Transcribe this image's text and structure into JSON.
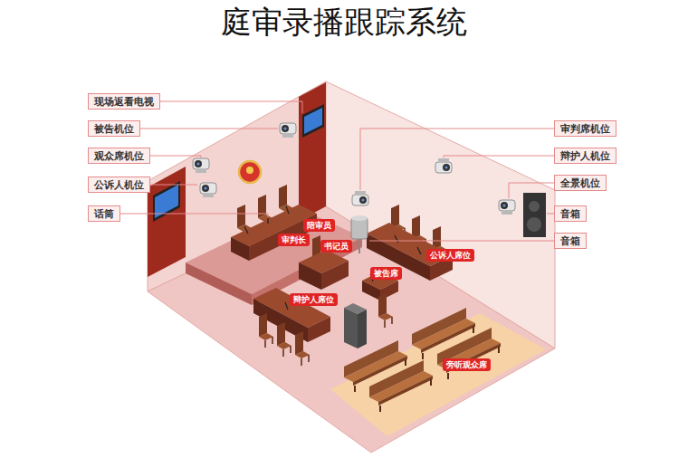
{
  "diagram": {
    "title": "庭审录播跟踪系统",
    "nodes": [
      {
        "text": [
          "现场返看电视"
        ]
      },
      {
        "text": [
          "被告机位"
        ]
      },
      {
        "text": [
          "观众席机位"
        ]
      },
      {
        "text": [
          "公诉人机位"
        ]
      },
      {
        "text": [
          "话筒"
        ]
      },
      {
        "text": [
          "审判席机位"
        ]
      },
      {
        "text": [
          "辩护人机位"
        ]
      },
      {
        "text": [
          "全景机位"
        ]
      },
      {
        "text": [
          "音箱"
        ]
      },
      {
        "text": [
          "音箱"
        ]
      },
      {
        "text": [
          "陪审员"
        ]
      },
      {
        "text": [
          "审判长"
        ]
      },
      {
        "text": [
          "书记员"
        ]
      },
      {
        "text": [
          "公诉人席位"
        ]
      },
      {
        "text": [
          "被告席"
        ]
      },
      {
        "text": [
          "辩护人席位"
        ]
      },
      {
        "text": [
          "旁听观众席"
        ]
      }
    ]
  }
}
